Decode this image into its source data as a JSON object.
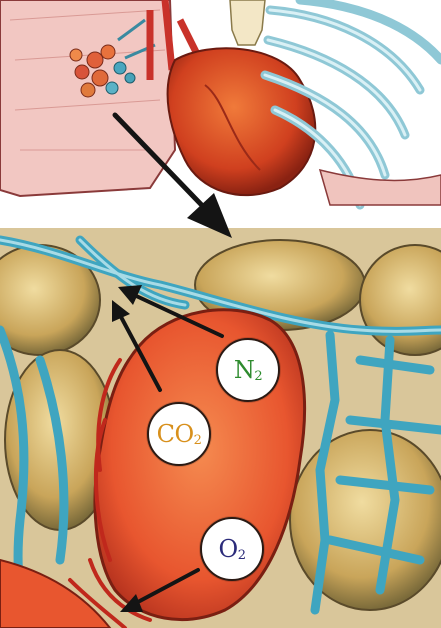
{
  "labels": {
    "n2": {
      "symbol": "N",
      "subscript": "2",
      "color": "#2e8b2e"
    },
    "co2": {
      "symbol": "CO",
      "subscript": "2",
      "color": "#d8901c"
    },
    "o2": {
      "symbol": "O",
      "subscript": "2",
      "color": "#2b2b7a"
    }
  },
  "colors": {
    "lung": "#f2c7c2",
    "heart": "#d8452a",
    "ribs": "#bfe6ee",
    "vessels": "#3fa5c0",
    "alveolus_wall": "#e8562f",
    "alveolus_inner": "#f27a45",
    "surrounding_alveoli": "#c9a55a",
    "arrow": "#141414"
  }
}
